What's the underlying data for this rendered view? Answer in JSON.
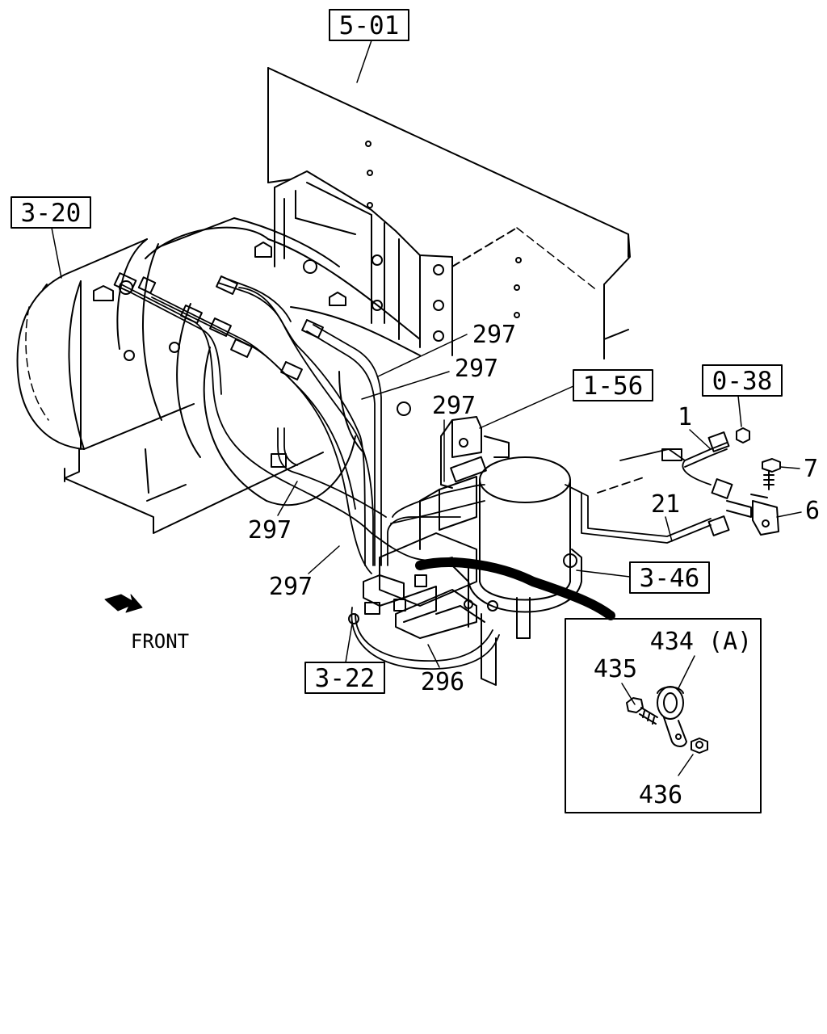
{
  "ref_boxes": {
    "frame": "5-01",
    "tanks": "3-20",
    "valve_bracket": "1-56",
    "nut_ref": "0-38",
    "dryer": "3-46",
    "lower_valve": "3-22"
  },
  "callouts": {
    "p1": "1",
    "p7": "7",
    "p6": "6",
    "p21": "21",
    "pipe_297_a": "297",
    "pipe_297_b": "297",
    "pipe_297_c": "297",
    "pipe_297_d": "297",
    "pipe_297_e": "297",
    "pipe_296": "296"
  },
  "front_label": "FRONT",
  "detail": {
    "title": "434 (A)",
    "bolt": "435",
    "nut": "436"
  }
}
